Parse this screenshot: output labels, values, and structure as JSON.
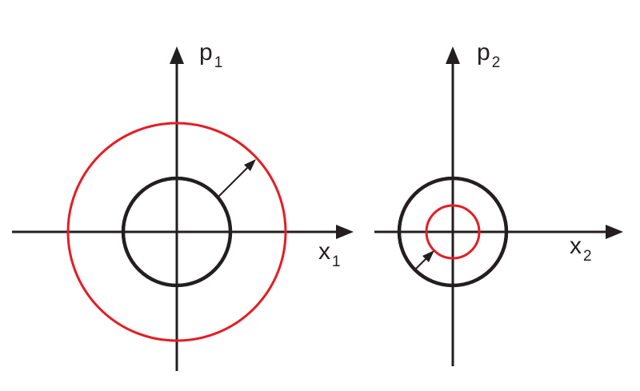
{
  "colors": {
    "axis": "#231f20",
    "initial_circle": "#231f20",
    "squeezed_circle": "#e31e24"
  },
  "left_panel": {
    "vertical_axis_label": {
      "base": "p",
      "sub": "1"
    },
    "horizontal_axis_label": {
      "base": "x",
      "sub": "1"
    },
    "circle_radius_ratio": 2.04,
    "arrow_direction": "outward"
  },
  "right_panel": {
    "vertical_axis_label": {
      "base": "p",
      "sub": "2"
    },
    "horizontal_axis_label": {
      "base": "x",
      "sub": "2"
    },
    "circle_radius_ratio": 0.49,
    "arrow_direction": "inward"
  }
}
